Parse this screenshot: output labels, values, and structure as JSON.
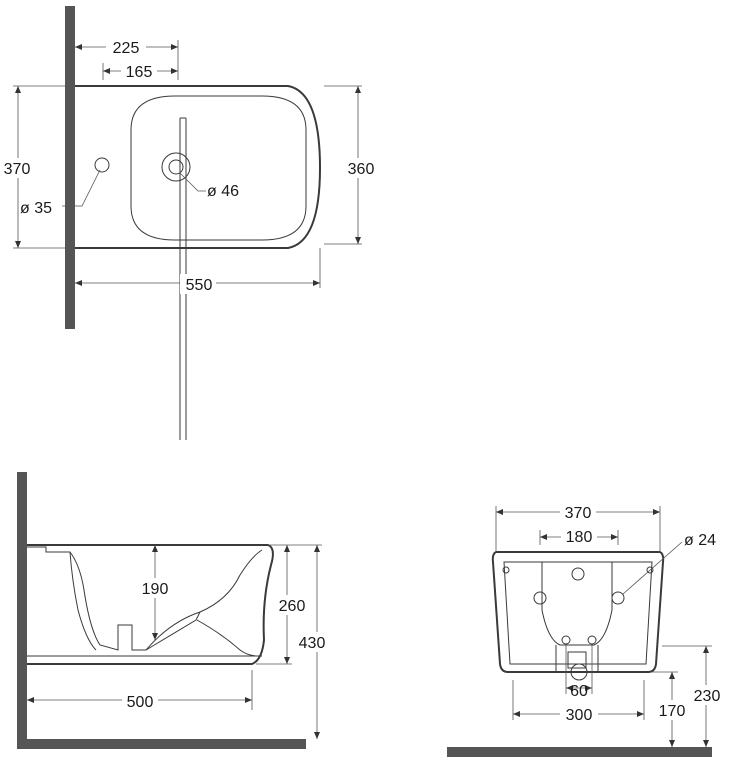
{
  "top_view": {
    "dim_225": "225",
    "dim_165": "165",
    "dim_370": "370",
    "dim_360": "360",
    "dim_550": "550",
    "hole_left_diameter": "ø 35",
    "hole_center_diameter": "ø 46"
  },
  "side_view": {
    "dim_190": "190",
    "dim_260": "260",
    "dim_430": "430",
    "dim_500": "500"
  },
  "front_view": {
    "dim_370": "370",
    "dim_180": "180",
    "hole_diameter": "ø 24",
    "dim_60": "60",
    "dim_300": "300",
    "dim_170": "170",
    "dim_230": "230"
  }
}
